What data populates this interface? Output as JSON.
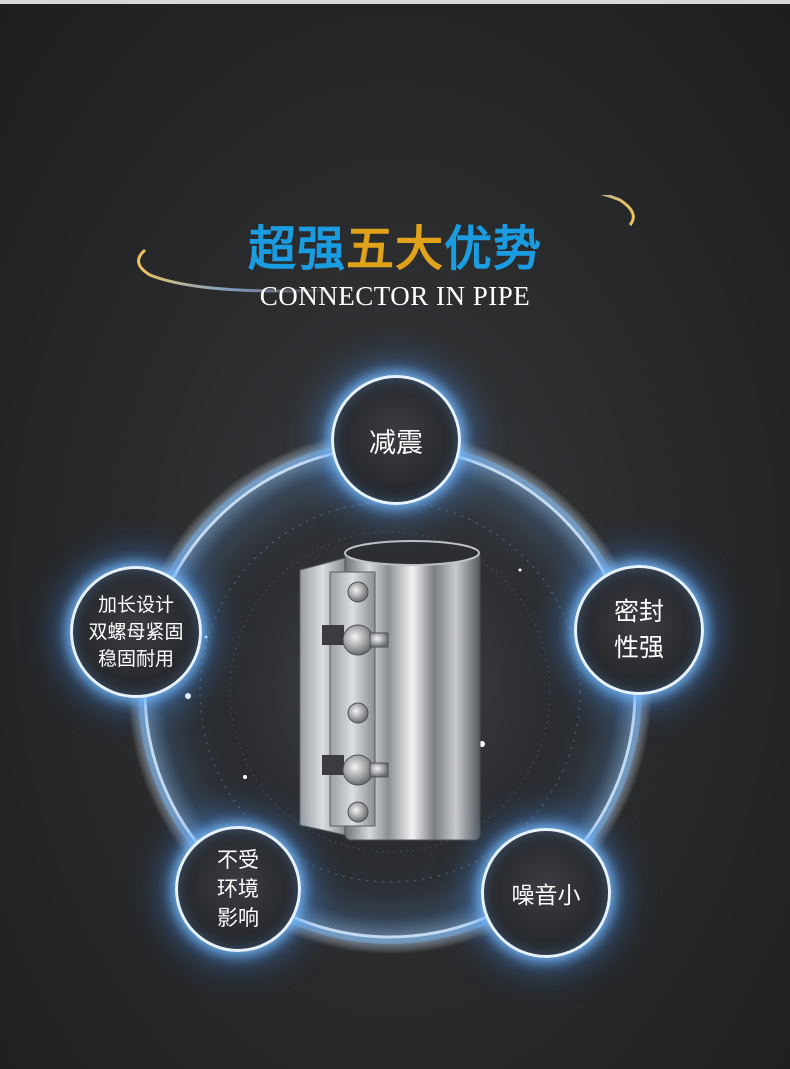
{
  "header": {
    "title_part1": "超强",
    "title_part2": "五大",
    "title_part3": "优势",
    "subtitle": "CONNECTOR IN PIPE"
  },
  "colors": {
    "title_blue": "#1b9be0",
    "title_gold": "#e0a21a",
    "glow": "#7fbfff"
  },
  "features": [
    {
      "id": "top",
      "label": "减震"
    },
    {
      "id": "right",
      "label": "密封\n性强"
    },
    {
      "id": "bottom-right",
      "label": "噪音小"
    },
    {
      "id": "bottom-left",
      "label": "不受\n环境\n影响"
    },
    {
      "id": "left",
      "label": "加长设计\n双螺母紧固\n稳固耐用"
    }
  ],
  "product": {
    "icon": "pipe-connector-clamp-image"
  }
}
